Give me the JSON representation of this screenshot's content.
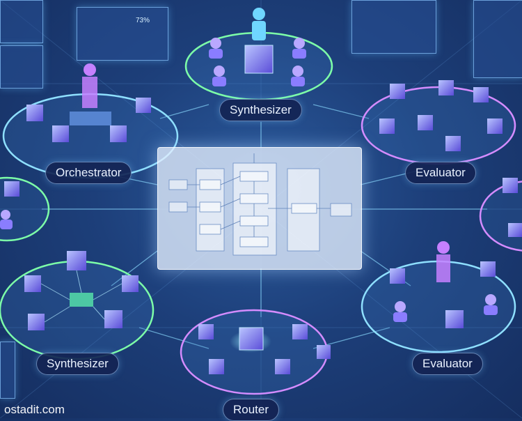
{
  "labels": {
    "synth_top": "Synthesizer",
    "orchestrator": "Orchestrator",
    "evaluator_right": "Evaluator",
    "synth_bottom": "Synthesizer",
    "evaluator_bottom": "Evaluator",
    "router": "Router"
  },
  "screen_readout": "73%",
  "watermark": "ostadit.com",
  "colors": {
    "background": "#1d3f7a",
    "ring_green": "#7dffa8",
    "ring_purple": "#d58cff",
    "ring_cyan": "#8fe0ff",
    "node_cube": "#8a7dff"
  },
  "center_diagram_note": "small illegible flowchart text"
}
